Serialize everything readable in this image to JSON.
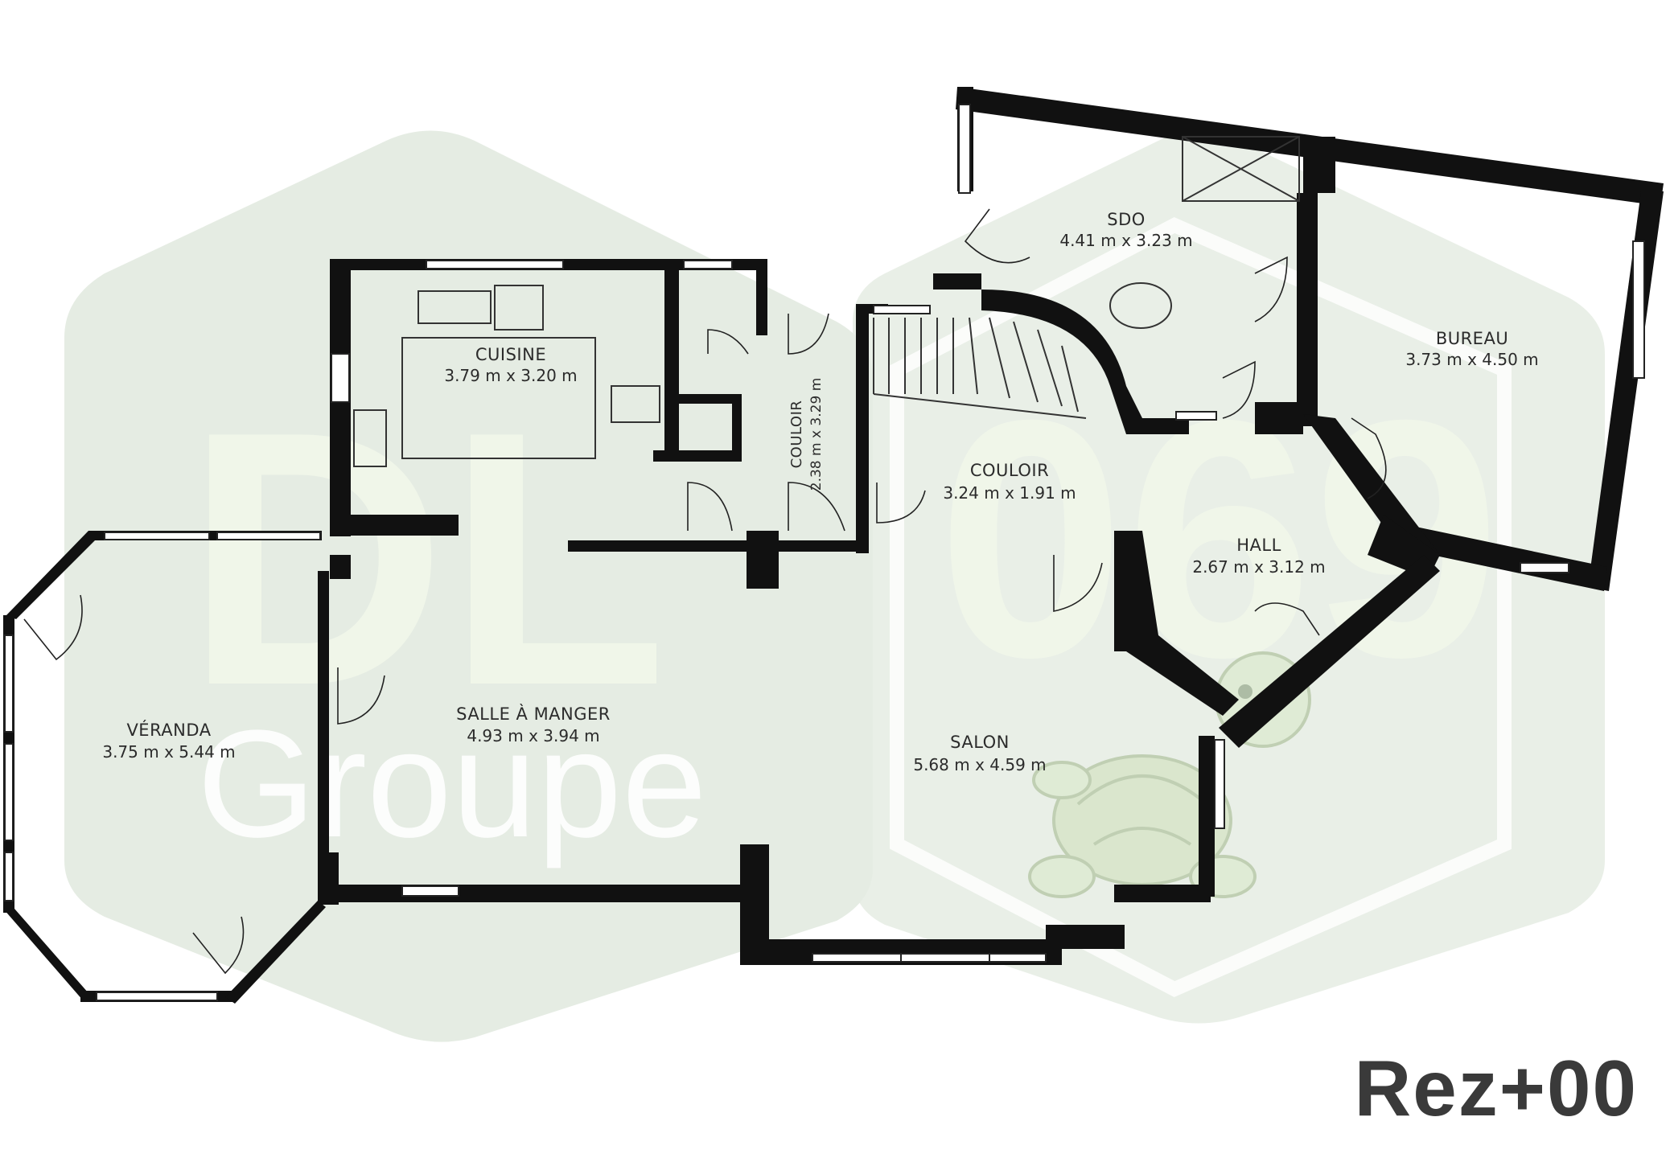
{
  "watermark": {
    "brand_letters": "DL",
    "brand_word": "Groupe",
    "brand_number": "069",
    "accent_color": "#7fb069",
    "pale_color": "#e6f0e0",
    "mascot_icon": "turtle-icon"
  },
  "level_label": "Rez+00",
  "rooms": [
    {
      "id": "cuisine",
      "name": "CUISINE",
      "dims": "3.79 m x 3.20 m"
    },
    {
      "id": "couloir-small",
      "name": "COULOIR",
      "dims": "2.38 m x 3.29 m"
    },
    {
      "id": "sdo",
      "name": "SDO",
      "dims": "4.41 m x 3.23 m"
    },
    {
      "id": "bureau",
      "name": "BUREAU",
      "dims": "3.73 m x 4.50 m"
    },
    {
      "id": "couloir",
      "name": "COULOIR",
      "dims": "3.24 m x 1.91 m"
    },
    {
      "id": "hall",
      "name": "HALL",
      "dims": "2.67 m x 3.12 m"
    },
    {
      "id": "veranda",
      "name": "VÉRANDA",
      "dims": "3.75 m x 5.44 m"
    },
    {
      "id": "salle-a-manger",
      "name": "SALLE À MANGER",
      "dims": "4.93 m x 3.94 m"
    },
    {
      "id": "salon",
      "name": "SALON",
      "dims": "5.68 m x 4.59 m"
    }
  ]
}
